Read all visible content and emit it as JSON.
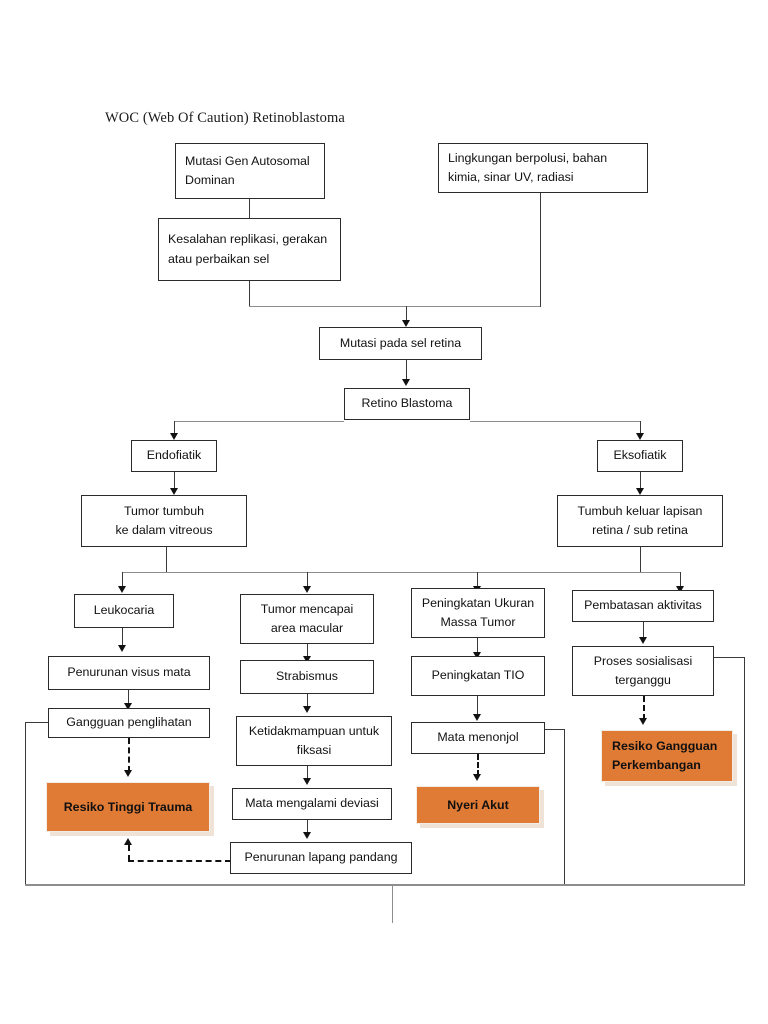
{
  "document": {
    "title": "WOC (Web Of Caution) Retinoblastoma",
    "accent_color": "#E07B36",
    "line_color": "#3a3a3a"
  },
  "nodes": {
    "mutasi_gen": "Mutasi Gen Autosomal\nDominan",
    "lingkungan": "Lingkungan berpolusi, bahan\nkimia, sinar UV, radiasi",
    "kesalahan": "Kesalahan replikasi, gerakan\natau  perbaikan sel",
    "mutasi_retina": "Mutasi pada sel retina",
    "retino_blastoma": "Retino Blastoma",
    "endofiatik": "Endofiatik",
    "eksofiatik": "Eksofiatik",
    "tumor_vitreous": "Tumor tumbuh\nke dalam vitreous",
    "tumbuh_keluar": "Tumbuh keluar lapisan\nretina / sub retina",
    "leukocaria": "Leukocaria",
    "tumor_macular": "Tumor  mencapai\narea macular",
    "peningkatan_massa": "Peningkatan Ukuran\nMassa Tumor",
    "pembatasan": "Pembatasan aktivitas",
    "penurunan_visus": "Penurunan visus mata",
    "strabismus": "Strabismus",
    "peningkatan_tio": "Peningkatan TIO",
    "proses_sosialisasi": "Proses sosialisasi\nterganggu",
    "gangguan_penglihatan": "Gangguan penglihatan",
    "ketidakmampuan": "Ketidakmampuan untuk\nfiksasi",
    "mata_menonjol": "Mata menonjol",
    "mata_deviasi": "Mata mengalami deviasi",
    "penurunan_lapang": "Penurunan lapang pandang"
  },
  "diagnoses": {
    "resiko_trauma": "Resiko Tinggi Trauma",
    "nyeri_akut": "Nyeri Akut",
    "resiko_perkembangan": "Resiko Gangguan\nPerkembangan"
  }
}
